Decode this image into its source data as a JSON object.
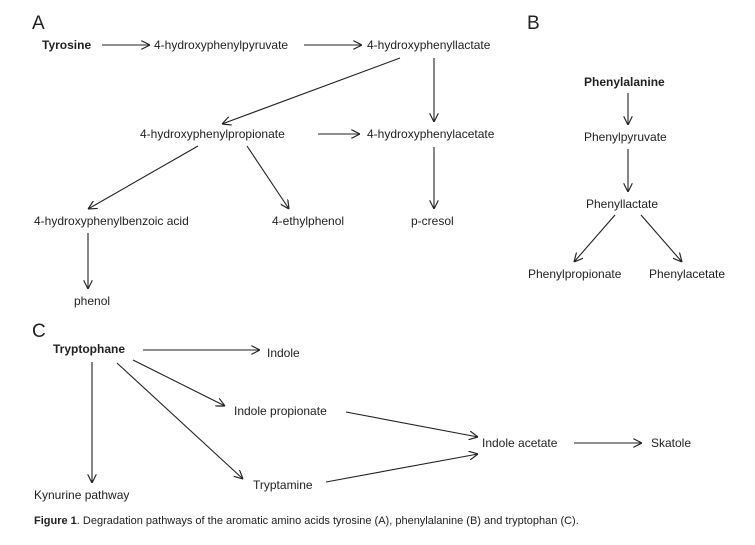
{
  "panels": {
    "a": {
      "label": "A",
      "nodes": {
        "tyrosine": "Tyrosine",
        "hpp_pyruvate": "4-hydroxyphenylpyruvate",
        "hp_lactate": "4-hydroxyphenyllactate",
        "hp_propionate": "4-hydroxyphenylpropionate",
        "hp_acetate": "4-hydroxyphenylacetate",
        "hp_benzoic": "4-hydroxyphenylbenzoic acid",
        "ethylphenol": "4-ethylphenol",
        "p_cresol": "p-cresol",
        "phenol": "phenol"
      }
    },
    "b": {
      "label": "B",
      "nodes": {
        "phenylalanine": "Phenylalanine",
        "phenylpyruvate": "Phenylpyruvate",
        "phenyllactate": "Phenyllactate",
        "phenylpropionate": "Phenylpropionate",
        "phenylacetate": "Phenylacetate"
      }
    },
    "c": {
      "label": "C",
      "nodes": {
        "tryptophane": "Tryptophane",
        "indole": "Indole",
        "indole_propionate": "Indole propionate",
        "indole_acetate": "Indole acetate",
        "skatole": "Skatole",
        "tryptamine": "Tryptamine",
        "kynurine": "Kynurine pathway"
      }
    }
  },
  "caption": {
    "label": "Figure 1",
    "text": ". Degradation pathways of the aromatic amino acids tyrosine (A), phenylalanine (B) and tryptophan (C)."
  }
}
